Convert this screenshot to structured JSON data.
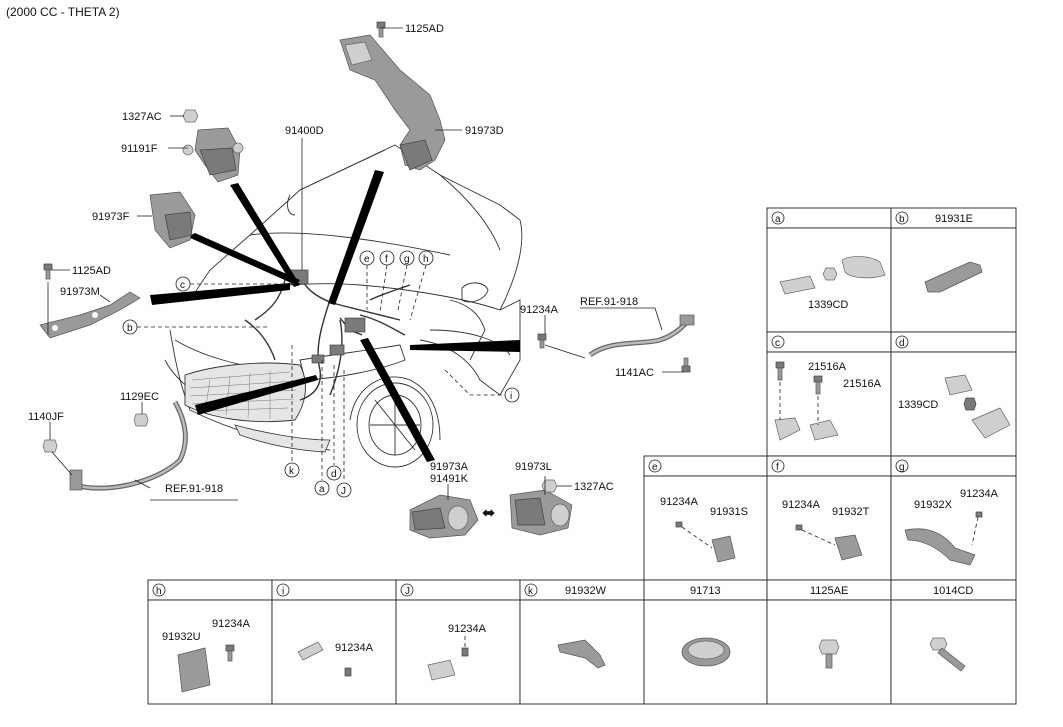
{
  "title": "(2000 CC - THETA 2)",
  "callouts": {
    "c1125AD_top": "1125AD",
    "c91973D": "91973D",
    "c1327AC_top": "1327AC",
    "c91191F": "91191F",
    "c91400D": "91400D",
    "c91973F": "91973F",
    "c1125AD_left": "1125AD",
    "c91973M": "91973M",
    "c91234A_mid": "91234A",
    "cREF_top": "REF.91-918",
    "c1141AC": "1141AC",
    "c1129EC": "1129EC",
    "c1140JF": "1140JF",
    "cREF_bottom": "REF.91-918",
    "c91973A": "91973A",
    "c91491K": "91491K",
    "c91973L": "91973L",
    "c1327AC_mid": "1327AC"
  },
  "letters": {
    "a": "a",
    "b": "b",
    "c": "c",
    "d": "d",
    "e": "e",
    "f": "f",
    "g": "g",
    "h": "h",
    "i": "i",
    "J": "J",
    "k": "k"
  },
  "table_right": {
    "a": {
      "letter": "a",
      "part": "",
      "cap": "1339CD"
    },
    "b": {
      "letter": "b",
      "part": "91931E"
    },
    "c": {
      "letter": "c",
      "cap1": "21516A",
      "cap2": "21516A"
    },
    "d": {
      "letter": "d",
      "cap": "1339CD"
    },
    "e": {
      "letter": "e",
      "cap1": "91234A",
      "cap2": "91931S"
    },
    "f": {
      "letter": "f",
      "cap1": "91234A",
      "cap2": "91932T"
    },
    "g": {
      "letter": "g",
      "cap1": "91932X",
      "cap2": "91234A"
    }
  },
  "table_bottom": {
    "h": {
      "letter": "h",
      "cap1": "91932U",
      "cap2": "91234A"
    },
    "i": {
      "letter": "i",
      "cap": "91234A"
    },
    "J": {
      "letter": "J",
      "cap": "91234A"
    },
    "k": {
      "letter": "k",
      "part": "91932W"
    },
    "c91713": {
      "part": "91713"
    },
    "c1125AE": {
      "part": "1125AE"
    },
    "c1014CD": {
      "part": "1014CD"
    }
  },
  "symbols": {
    "double_arrow": "⬌"
  }
}
